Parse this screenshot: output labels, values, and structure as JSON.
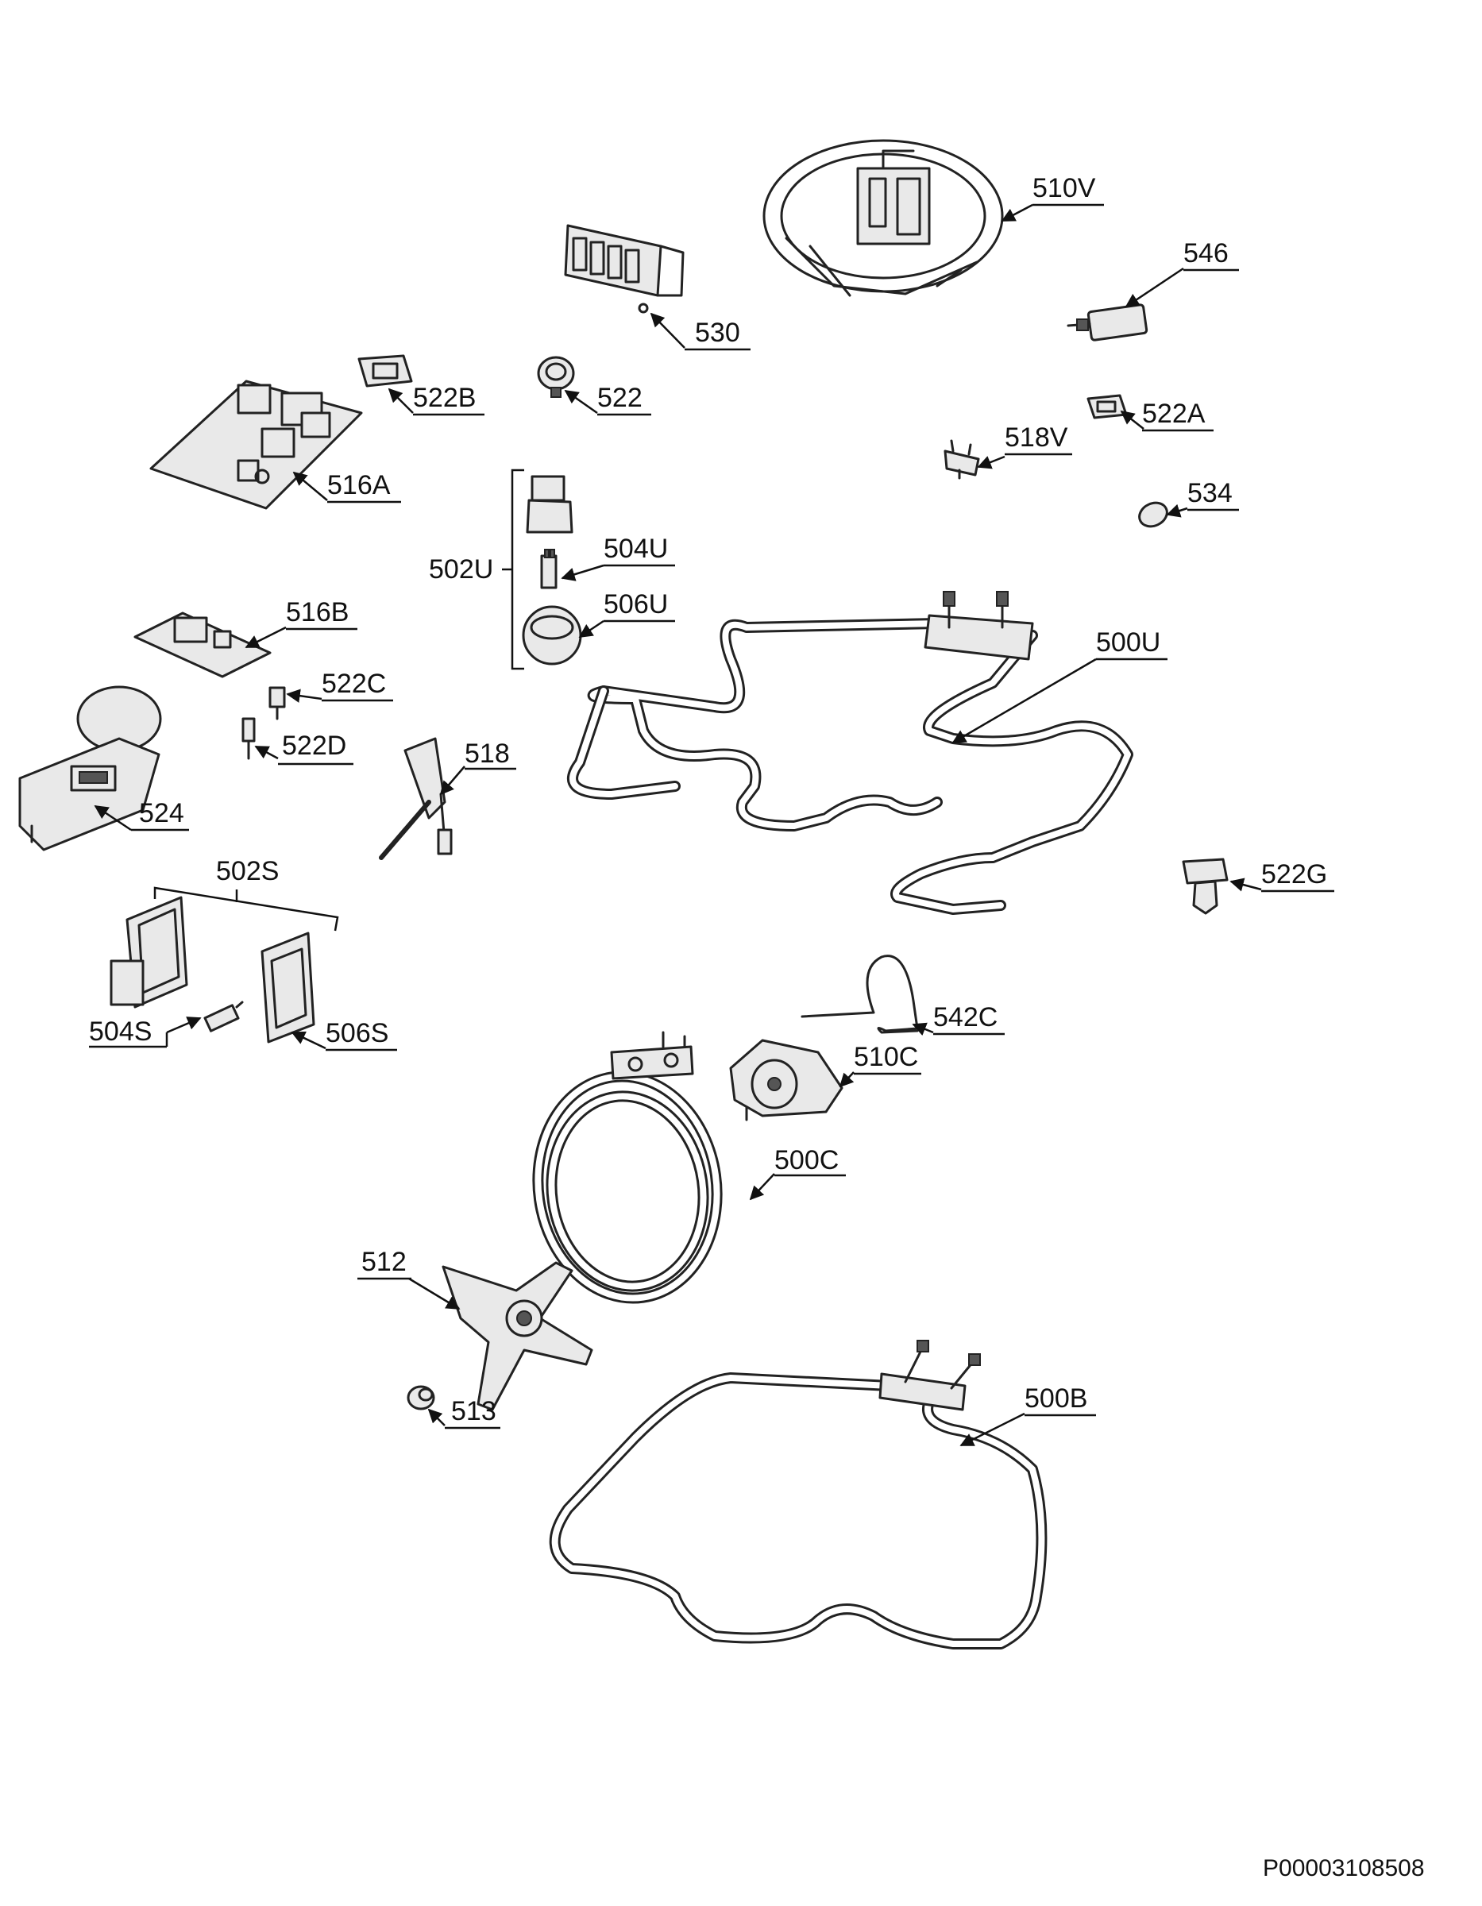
{
  "document_id": "P00003108508",
  "labels": {
    "l510V": "510V",
    "l546": "546",
    "l530": "530",
    "l522": "522",
    "l522B": "522B",
    "l522A": "522A",
    "l518V": "518V",
    "l534": "534",
    "l516A": "516A",
    "l502U": "502U",
    "l504U": "504U",
    "l506U": "506U",
    "l500U": "500U",
    "l516B": "516B",
    "l522C": "522C",
    "l522D": "522D",
    "l518": "518",
    "l524": "524",
    "l522G": "522G",
    "l502S": "502S",
    "l504S": "504S",
    "l506S": "506S",
    "l542C": "542C",
    "l510C": "510C",
    "l500C": "500C",
    "l512": "512",
    "l513": "513",
    "l500B": "500B"
  }
}
